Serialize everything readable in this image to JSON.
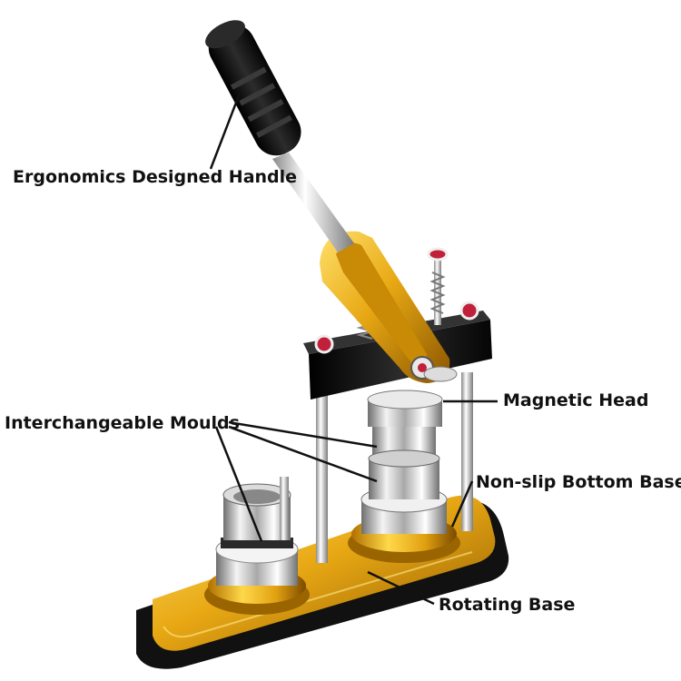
{
  "labels": {
    "handle": "Ergonomics Designed Handle",
    "magnetic_head": "Magnetic Head",
    "moulds": "Interchangeable Moulds",
    "non_slip_base": "Non-slip Bottom Base",
    "rotating_base": "Rotating Base"
  },
  "colors": {
    "gold": "#e8a814",
    "gold_dark": "#a86c05",
    "black": "#151515",
    "chrome": "#d9d9d9",
    "label_text": "#111111",
    "screw_red": "#c0203a"
  }
}
